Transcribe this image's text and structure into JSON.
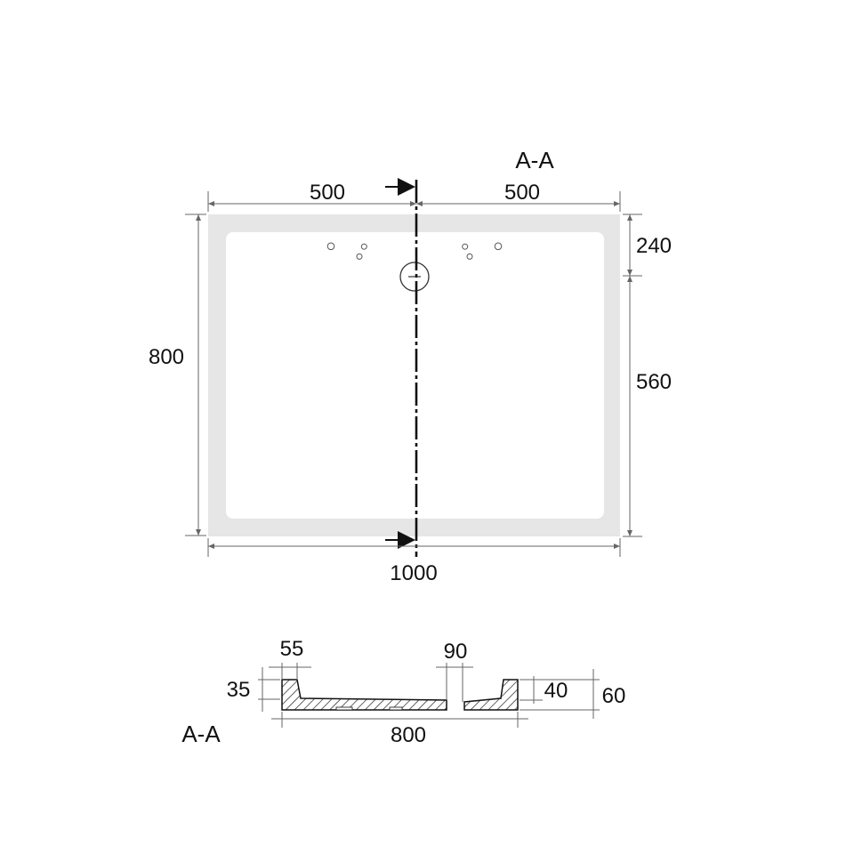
{
  "plan": {
    "section_label": "A-A",
    "dims": {
      "top_left": "500",
      "top_right": "500",
      "bottom_total": "1000",
      "left_total": "800",
      "right_upper": "240",
      "right_lower": "560"
    }
  },
  "section": {
    "label": "A-A",
    "dims": {
      "rim_width": "55",
      "drain_gap": "90",
      "rim_height": "35",
      "inner_depth": "40",
      "total_height": "60",
      "length": "800"
    }
  },
  "colors": {
    "tray_rim": "#e6e6e6",
    "tray_floor": "#ffffff",
    "line": "#111111",
    "dimension": "#666666",
    "bumps": "#555555"
  }
}
